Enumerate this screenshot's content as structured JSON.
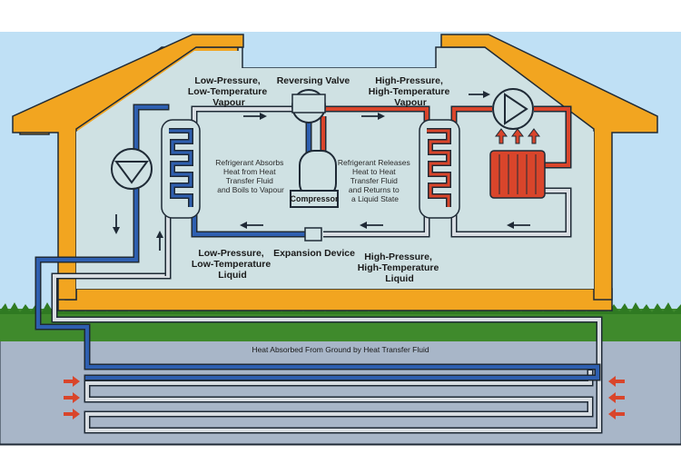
{
  "labels": {
    "lp_vapour": [
      "Low-Pressure,",
      "Low-Temperature",
      "Vapour"
    ],
    "reversing_valve": "Reversing Valve",
    "hp_vapour": [
      "High-Pressure,",
      "High-Temperature",
      "Vapour"
    ],
    "compressor": "Compressor",
    "absorb_note": [
      "Refrigerant Absorbs",
      "Heat from Heat",
      "Transfer Fluid",
      "and Boils to Vapour"
    ],
    "release_note": [
      "Refrigerant Releases",
      "Heat to Heat",
      "Transfer Fluid",
      "and Returns to",
      "a Liquid State"
    ],
    "lp_liquid": [
      "Low-Pressure,",
      "Low-Temperature",
      "Liquid"
    ],
    "expansion_device": "Expansion Device",
    "hp_liquid": [
      "High-Pressure,",
      "High-Temperature",
      "Liquid"
    ],
    "ground": "Heat Absorbed From Ground by Heat Transfer Fluid"
  },
  "colors": {
    "sky": "#bfe0f5",
    "roof": "#f2a520",
    "wall_fill": "#cfe1e3",
    "grass": "#3f8a2c",
    "ground": "#a8b6c8",
    "cold_pipe": "#2e5fb0",
    "hot_pipe": "#d9452b",
    "return_pipe": "#d8dde2",
    "outline": "#1f2a36"
  }
}
